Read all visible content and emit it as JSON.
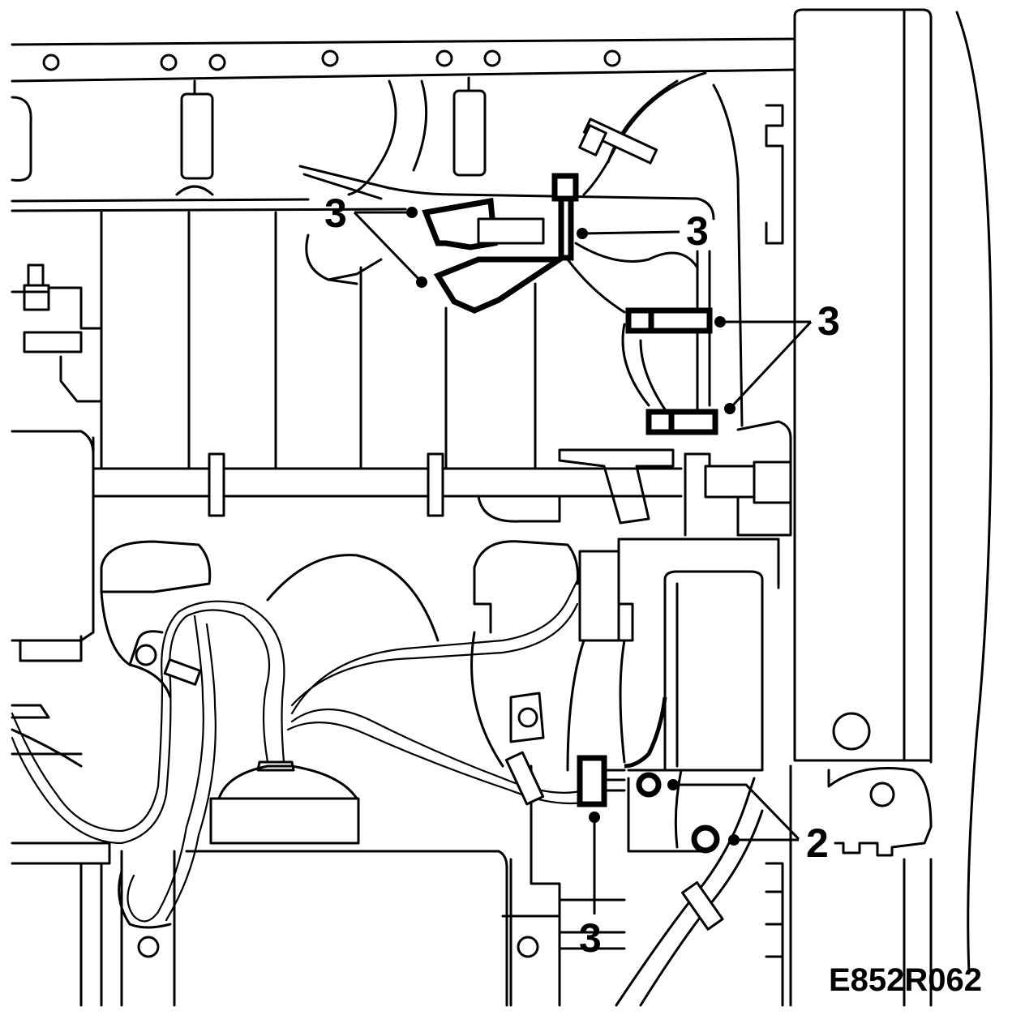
{
  "figure": {
    "id": "E852R062"
  },
  "callouts": {
    "c1": "3",
    "c2": "3",
    "c3": "3",
    "c4": "3",
    "c5": "2"
  },
  "colors": {
    "line": "#000000",
    "background": "#ffffff"
  }
}
